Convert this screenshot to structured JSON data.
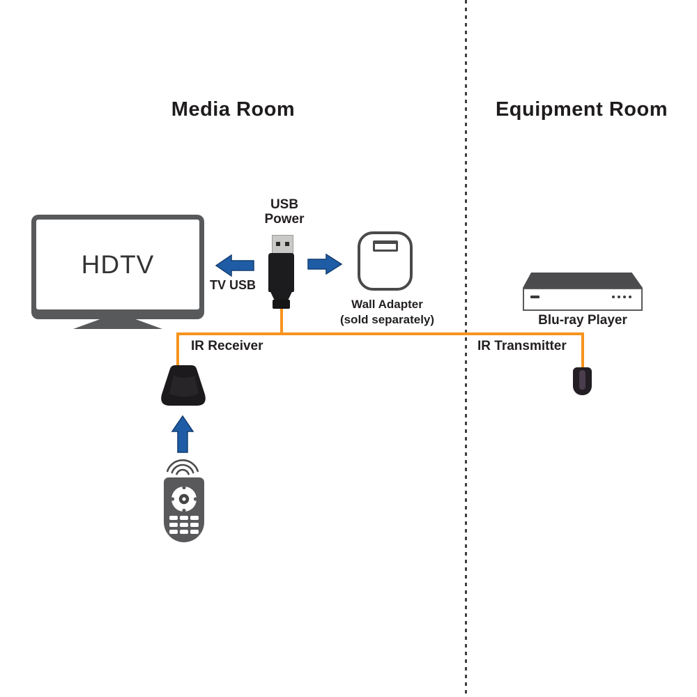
{
  "regions": {
    "media_room": "Media Room",
    "equipment_room": "Equipment Room"
  },
  "labels": {
    "hdtv": "HDTV",
    "usb_power_line1": "USB",
    "usb_power_line2": "Power",
    "tv_usb": "TV USB",
    "wall_adapter_line1": "Wall Adapter",
    "wall_adapter_line2": "(sold separately)",
    "ir_receiver": "IR Receiver",
    "ir_transmitter": "IR Transmitter",
    "bluray_player": "Blu-ray Player"
  },
  "colors": {
    "cable_orange": "#F7941E",
    "arrow_blue": "#1E5DA6",
    "device_gray": "#58595B",
    "text_dark": "#231F20"
  }
}
